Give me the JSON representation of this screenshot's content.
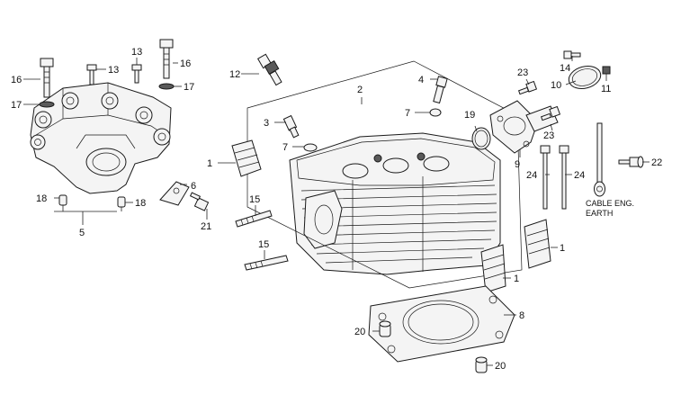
{
  "callouts": {
    "c1a": "1",
    "c1b": "1",
    "c1c": "1",
    "c2": "2",
    "c3": "3",
    "c4": "4",
    "c5": "5",
    "c6": "6",
    "c7a": "7",
    "c7b": "7",
    "c8": "8",
    "c9": "9",
    "c10": "10",
    "c11": "11",
    "c12": "12",
    "c13a": "13",
    "c13b": "13",
    "c14": "14",
    "c15a": "15",
    "c15b": "15",
    "c16a": "16",
    "c16b": "16",
    "c17a": "17",
    "c17b": "17",
    "c18a": "18",
    "c18b": "18",
    "c19": "19",
    "c20a": "20",
    "c20b": "20",
    "c21": "21",
    "c22": "22",
    "c23a": "23",
    "c23b": "23",
    "c24a": "24",
    "c24b": "24"
  },
  "cable_label": {
    "line1": "CABLE ENG.",
    "line2": "EARTH"
  }
}
